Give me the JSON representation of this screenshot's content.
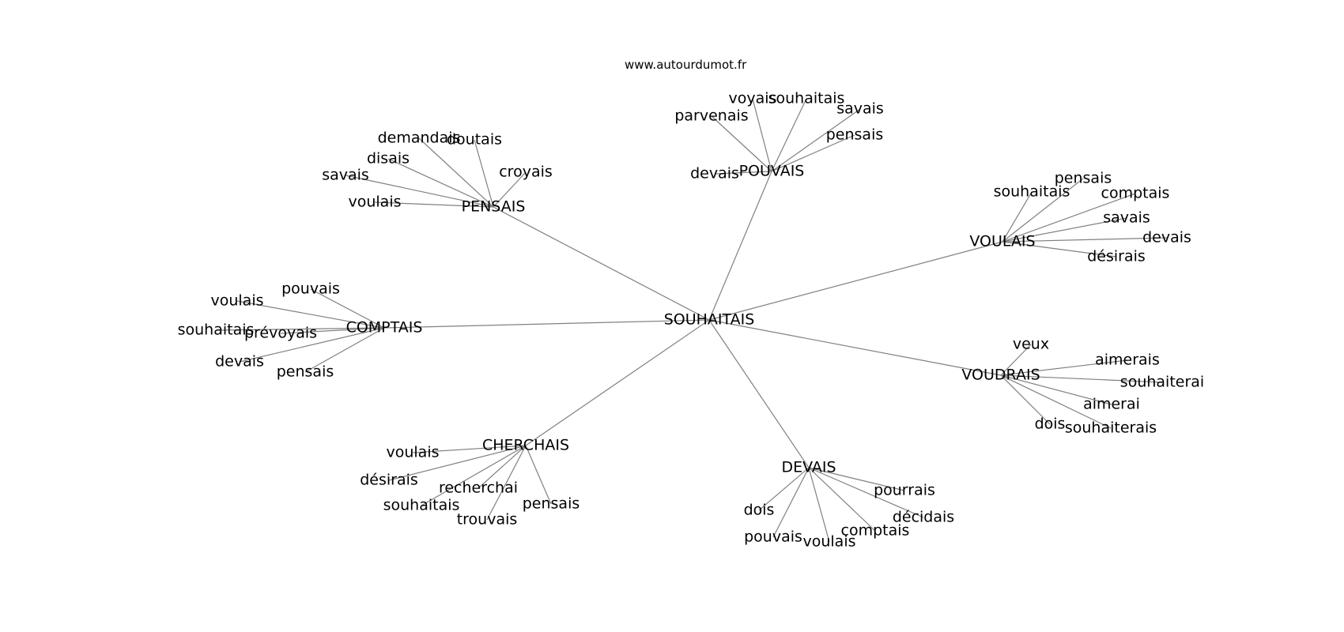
{
  "source": "www.autourdumot.fr",
  "colors": {
    "edge": "#808080",
    "text": "#000000",
    "background": "#ffffff"
  },
  "graph": {
    "center": "SOUHAITAIS",
    "branches": [
      {
        "word": "POUVAIS",
        "neighbors": [
          "voyais",
          "souhaitais",
          "parvenais",
          "savais",
          "pensais",
          "devais"
        ]
      },
      {
        "word": "PENSAIS",
        "neighbors": [
          "demandais",
          "doutais",
          "disais",
          "croyais",
          "savais",
          "voulais"
        ]
      },
      {
        "word": "VOULAIS",
        "neighbors": [
          "pensais",
          "souhaitais",
          "comptais",
          "savais",
          "devais",
          "désirais"
        ]
      },
      {
        "word": "COMPTAIS",
        "neighbors": [
          "pouvais",
          "voulais",
          "souhaitais",
          "prévoyais",
          "devais",
          "pensais"
        ]
      },
      {
        "word": "VOUDRAIS",
        "neighbors": [
          "veux",
          "aimerais",
          "souhaiterai",
          "aimerai",
          "dois",
          "souhaiterais"
        ]
      },
      {
        "word": "CHERCHAIS",
        "neighbors": [
          "voulais",
          "désirais",
          "recherchai",
          "souhaitais",
          "trouvais",
          "pensais"
        ]
      },
      {
        "word": "DEVAIS",
        "neighbors": [
          "pourrais",
          "décidais",
          "dois",
          "comptais",
          "pouvais",
          "voulais"
        ]
      }
    ]
  }
}
